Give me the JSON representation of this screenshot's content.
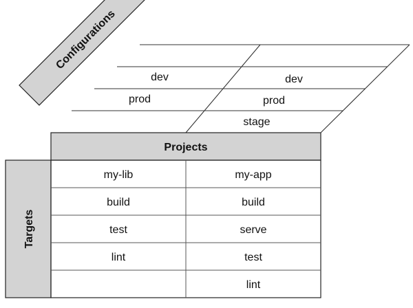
{
  "headers": {
    "configurations": "Configurations",
    "projects": "Projects",
    "targets": "Targets"
  },
  "projects": [
    {
      "name": "my-lib",
      "targets": [
        "build",
        "test",
        "lint"
      ],
      "configurations": [
        "dev",
        "prod"
      ]
    },
    {
      "name": "my-app",
      "targets": [
        "build",
        "serve",
        "test",
        "lint"
      ],
      "configurations": [
        "dev",
        "prod",
        "stage"
      ]
    }
  ],
  "colors": {
    "header_fill": "#d3d3d3",
    "line": "#333333",
    "background": "#ffffff"
  }
}
